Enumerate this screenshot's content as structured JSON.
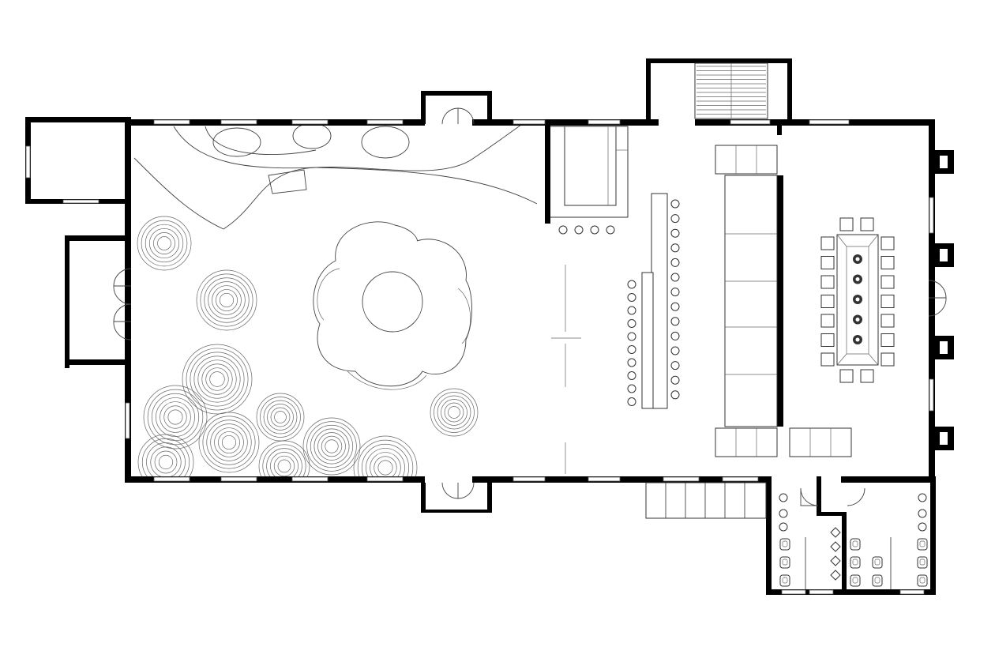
{
  "drawing": {
    "kind": "architectural floor plan",
    "labels": [],
    "colors": {
      "wall": "#000000",
      "line": "#444444",
      "background": "#ffffff"
    }
  },
  "plan": {
    "bar_stools_east": 14,
    "bar_stools_west": 10,
    "meeting_table_chairs_per_side": 7,
    "meeting_table_chairs_per_end": 2,
    "table_plants": 5,
    "entry_doors": 6
  }
}
